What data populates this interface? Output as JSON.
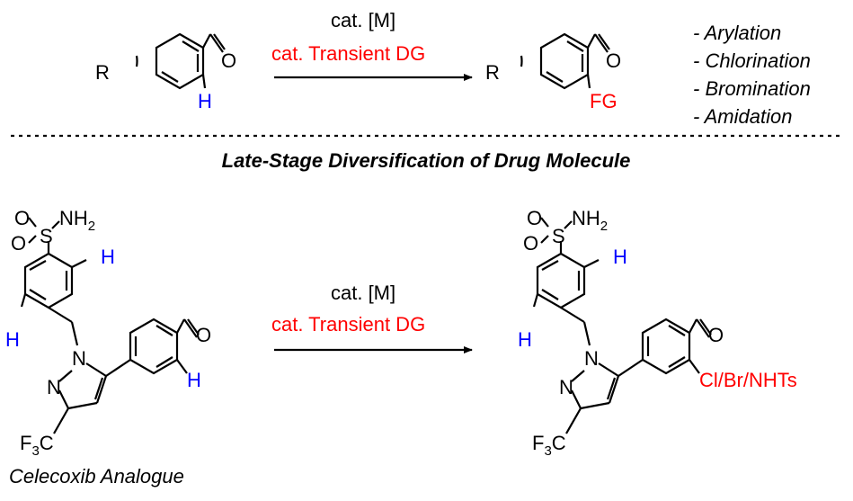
{
  "top": {
    "reagent_catalyst": "cat. [M]",
    "reagent_dg": "cat. Transient DG",
    "sm_r": "R",
    "sm_h": "H",
    "sm_o": "O",
    "prod_r": "R",
    "prod_fg": "FG",
    "prod_o": "O",
    "scope": [
      "- Arylation",
      "- Chlorination",
      "- Bromination",
      "- Amidation"
    ]
  },
  "section_title": "Late-Stage Diversification of Drug Molecule",
  "bottom": {
    "reagent_catalyst": "cat. [M]",
    "reagent_dg": "cat. Transient DG",
    "sm_caption": "Celecoxib Analogue",
    "sulfonyl_o": "O",
    "sulfonyl_s": "S",
    "nh2": "NH",
    "nh2_sub": "2",
    "h": "H",
    "n": "N",
    "cf3_f": "F",
    "cf3_sub": "3",
    "cf3_c": "C",
    "aldehyde_o": "O",
    "product_fg": "Cl/Br/NHTs"
  },
  "colors": {
    "text": "#000000",
    "highlight_red": "#ff0000",
    "highlight_blue": "#0000ff"
  }
}
